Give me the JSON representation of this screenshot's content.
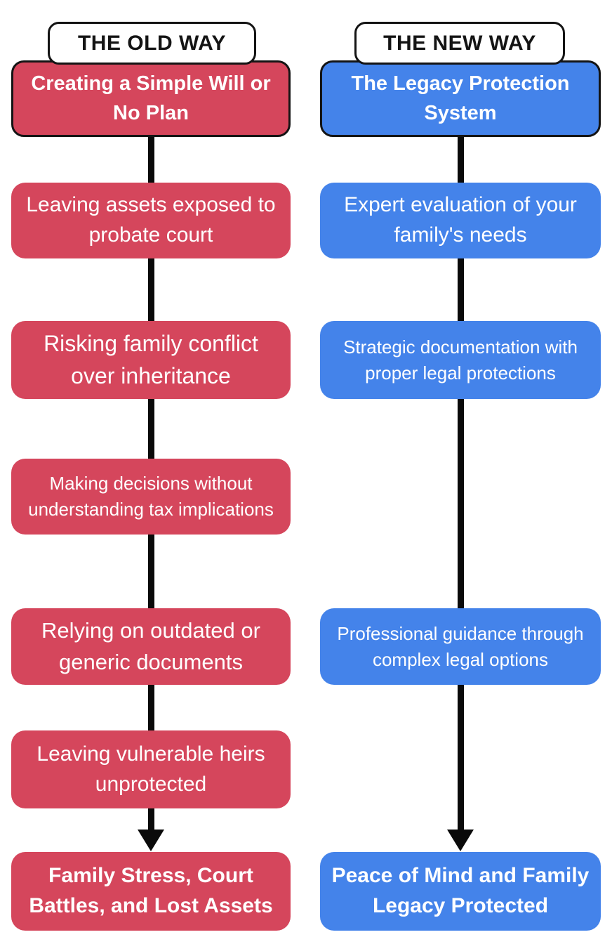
{
  "colors": {
    "old_accent": "#d5465c",
    "new_accent": "#4483ea",
    "line": "#0a0a0a"
  },
  "old_way": {
    "header": "THE OLD WAY",
    "title": "Creating a Simple Will or No Plan",
    "steps": [
      "Leaving assets exposed to probate court",
      "Risking family conflict over inheritance",
      "Making decisions without understanding tax implications",
      "Relying on outdated or generic documents",
      "Leaving vulnerable heirs unprotected"
    ],
    "result": "Family Stress, Court Battles, and Lost Assets"
  },
  "new_way": {
    "header": "THE NEW WAY",
    "title": "The Legacy Protection System",
    "steps": [
      "Expert evaluation of your family's needs",
      "Strategic documentation with proper legal protections",
      "Professional guidance through complex legal options"
    ],
    "result": "Peace of Mind and Family Legacy Protected"
  }
}
